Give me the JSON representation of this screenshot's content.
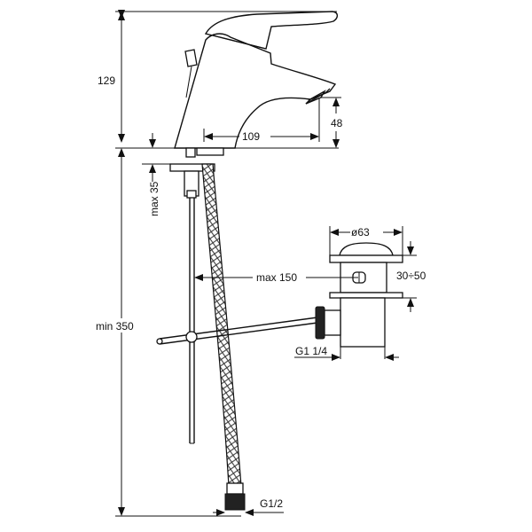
{
  "title": "Basin mixer technical drawing",
  "dimensions": {
    "overall_height": "129",
    "outlet_height": "48",
    "spout_reach": "109",
    "max_deck_thickness": "max 35",
    "min_hose_length": "min 350",
    "max_rod_distance": "max 150",
    "waste_diameter": "ø63",
    "waste_range": "30÷50",
    "waste_thread": "G1 1/4",
    "hose_thread": "G1/2"
  }
}
